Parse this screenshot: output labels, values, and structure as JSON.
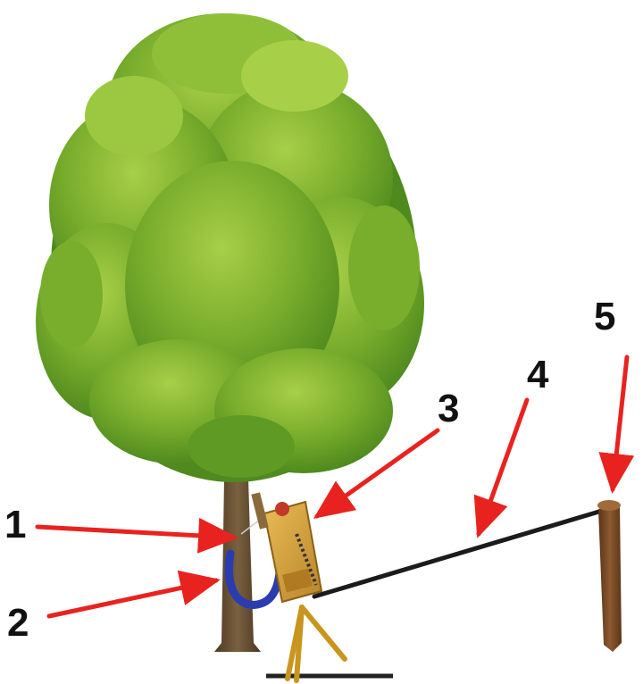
{
  "labels": {
    "one": "1",
    "two": "2",
    "three": "3",
    "four": "4",
    "five": "5"
  },
  "colors": {
    "arrow": "#e8231f",
    "foliage_dark": "#4f8a1e",
    "foliage_mid": "#79ad2c",
    "foliage_light": "#a8cf48",
    "trunk": "#6e5435",
    "strap": "#2b3bb0",
    "device": "#d9a436",
    "cable": "#1b1b1b",
    "post": "#7a4a26",
    "ground": "#222222"
  }
}
